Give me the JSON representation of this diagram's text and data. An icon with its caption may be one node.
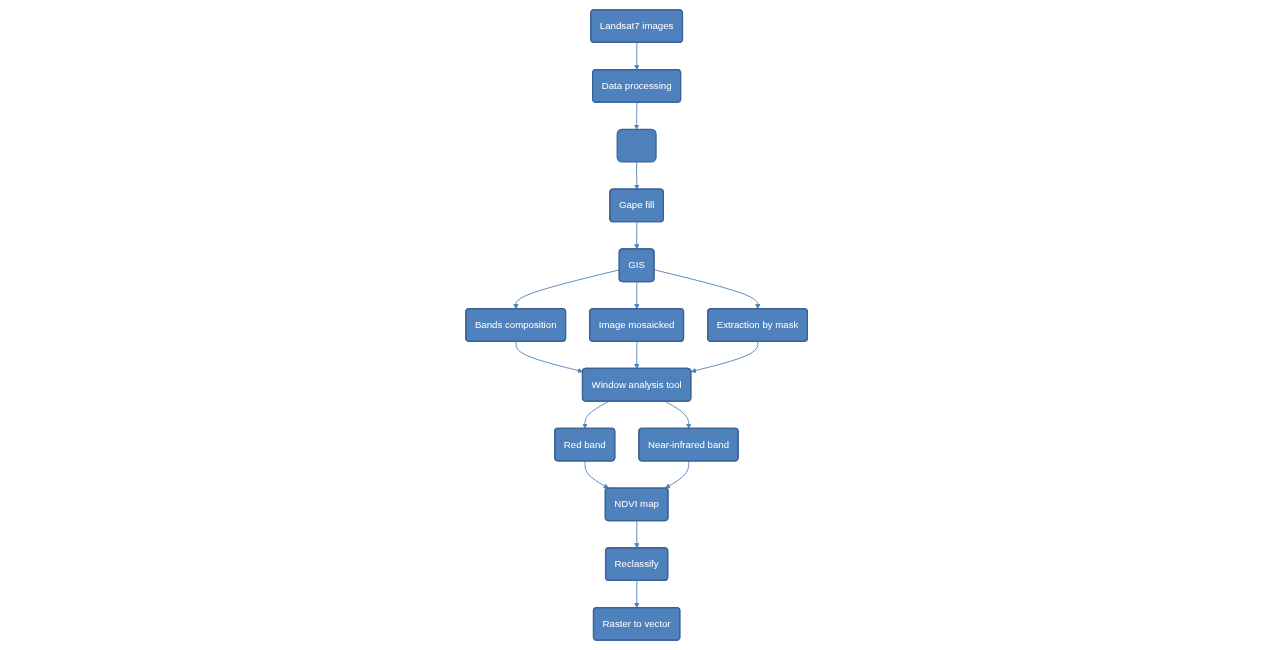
{
  "diagram": {
    "nodes": [
      {
        "text": [
          "Landsat7 images"
        ]
      },
      {
        "text": [
          "Data processing"
        ]
      },
      {
        "text": [],
        "shape": "box"
      },
      {
        "text": [
          "Gape fill"
        ]
      },
      {
        "text": [
          "GIS"
        ]
      },
      {
        "text": [
          "Bands composition"
        ]
      },
      {
        "text": [
          "Image mosaicked"
        ]
      },
      {
        "text": [
          "Extraction by mask"
        ]
      },
      {
        "text": [
          "Red band"
        ]
      },
      {
        "text": [
          "Window analysis tool"
        ]
      },
      {
        "text": [
          "NDVI map"
        ]
      },
      {
        "text": [
          "Reclassify"
        ]
      },
      {
        "text": [
          "Near-infrared band"
        ]
      },
      {
        "text": [
          "Raster to vector"
        ]
      }
    ],
    "edges": [
      {
        "from": 0,
        "to": 1,
        "arrow": "to"
      },
      {
        "from": 1,
        "to": 2,
        "arrow": "to"
      },
      {
        "from": 2,
        "to": 3,
        "arrow": "to"
      },
      {
        "from": 3,
        "to": 4,
        "arrow": "to"
      },
      {
        "from": 4,
        "to": 5,
        "arrow": "to"
      },
      {
        "from": 4,
        "to": 6,
        "arrow": "to"
      },
      {
        "from": 4,
        "to": 7,
        "arrow": "to"
      },
      {
        "from": 5,
        "to": 9,
        "arrow": "to"
      },
      {
        "from": 6,
        "to": 9,
        "arrow": "to"
      },
      {
        "from": 7,
        "to": 9,
        "arrow": "to"
      },
      {
        "from": 9,
        "to": 8,
        "arrow": "to"
      },
      {
        "from": 9,
        "to": 12,
        "arrow": "to"
      },
      {
        "from": 8,
        "to": 10,
        "arrow": "to"
      },
      {
        "from": 12,
        "to": 10,
        "arrow": "to"
      },
      {
        "from": 10,
        "to": 11,
        "arrow": "to"
      },
      {
        "from": 11,
        "to": 13,
        "arrow": "to"
      }
    ]
  }
}
